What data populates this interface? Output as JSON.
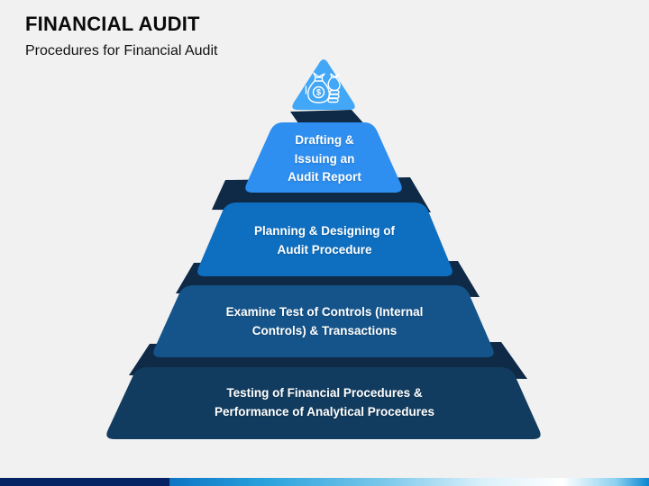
{
  "slide": {
    "title": "FINANCIAL AUDIT",
    "subtitle": "Procedures for Financial Audit",
    "background_color": "#F1F1F2",
    "title_color": "#0B0B0B"
  },
  "pyramid": {
    "type": "pyramid-diagram",
    "shadow_color": "#0E2A47",
    "text_color": "#FFFFFF",
    "levels": [
      {
        "id": "icon-level",
        "icon": "money-bags-coins-icon",
        "color": "#41A7F6",
        "label_lines": []
      },
      {
        "id": "drafting",
        "color": "#2E8FF0",
        "label_lines": [
          "Drafting &",
          "Issuing an",
          "Audit Report"
        ]
      },
      {
        "id": "planning",
        "color": "#0E6FC1",
        "label_lines": [
          "Planning & Designing of",
          "Audit Procedure"
        ]
      },
      {
        "id": "examine",
        "color": "#15548A",
        "label_lines": [
          "Examine Test of Controls (Internal",
          "Controls) & Transactions"
        ]
      },
      {
        "id": "testing",
        "color": "#123C5F",
        "label_lines": [
          "Testing of Financial Procedures &",
          "Performance of Analytical Procedures"
        ]
      }
    ]
  },
  "footer": {
    "left_bar_color": "#052262",
    "gradient_colors": [
      "#0D74C4",
      "#2AA2DC",
      "#FFFFFF",
      "#0A86D1"
    ]
  }
}
